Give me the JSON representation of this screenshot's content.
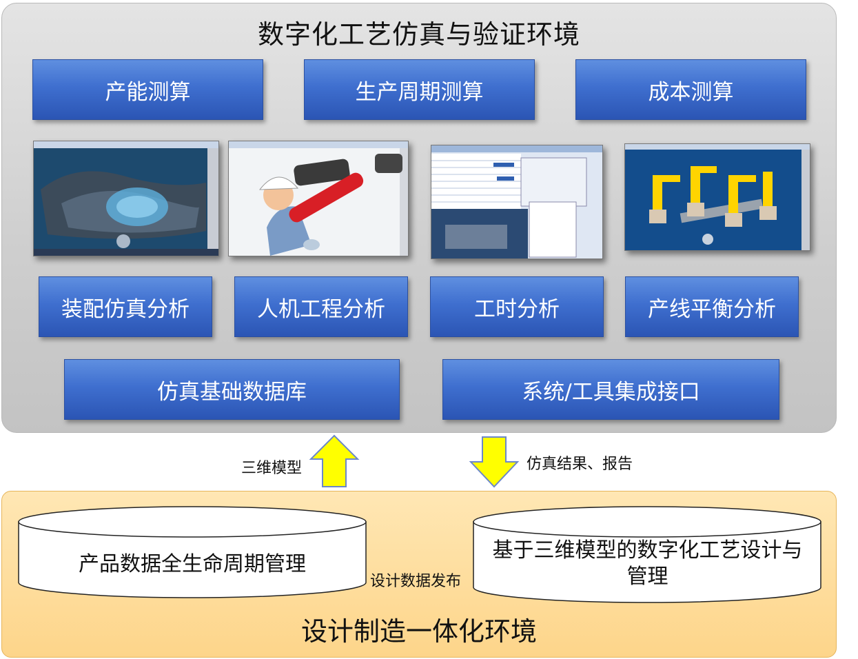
{
  "env_title": "数字化工艺仿真与验证环境",
  "calc_buttons": [
    "产能测算",
    "生产周期测算",
    "成本测算"
  ],
  "analysis_buttons": [
    "装配仿真分析",
    "人机工程分析",
    "工时分析",
    "产线平衡分析"
  ],
  "base_buttons": [
    "仿真基础数据库",
    "系统/工具集成接口"
  ],
  "arrows": {
    "up_label": "三维模型",
    "down_label": "仿真结果、报告",
    "right_label": "设计数据发布"
  },
  "db_left": "产品数据全生命周期管理",
  "db_right": "基于三维模型的数字化工艺设计与管理",
  "bottom_title": "设计制造一体化环境",
  "colors": {
    "button_blue": "#3f6fcf",
    "arrow_yellow": "#ffff00",
    "bottom_panel": "#fdd58a"
  }
}
